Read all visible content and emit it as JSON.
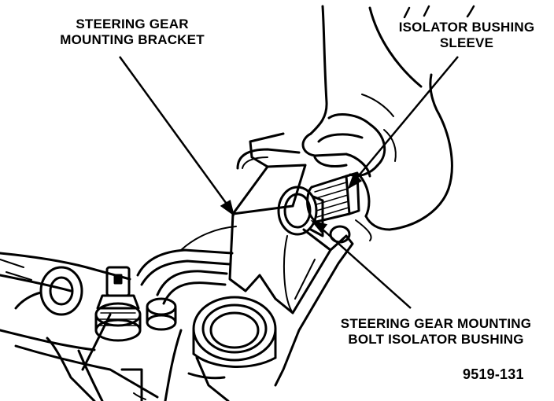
{
  "labels": {
    "steering_gear_bracket": [
      "STEERING GEAR",
      "MOUNTING BRACKET"
    ],
    "isolator_sleeve": [
      "ISOLATOR BUSHING",
      "SLEEVE"
    ],
    "mounting_bolt_bushing": [
      "STEERING GEAR MOUNTING",
      "BOLT ISOLATOR BUSHING"
    ]
  },
  "figure_number": "9519-131"
}
